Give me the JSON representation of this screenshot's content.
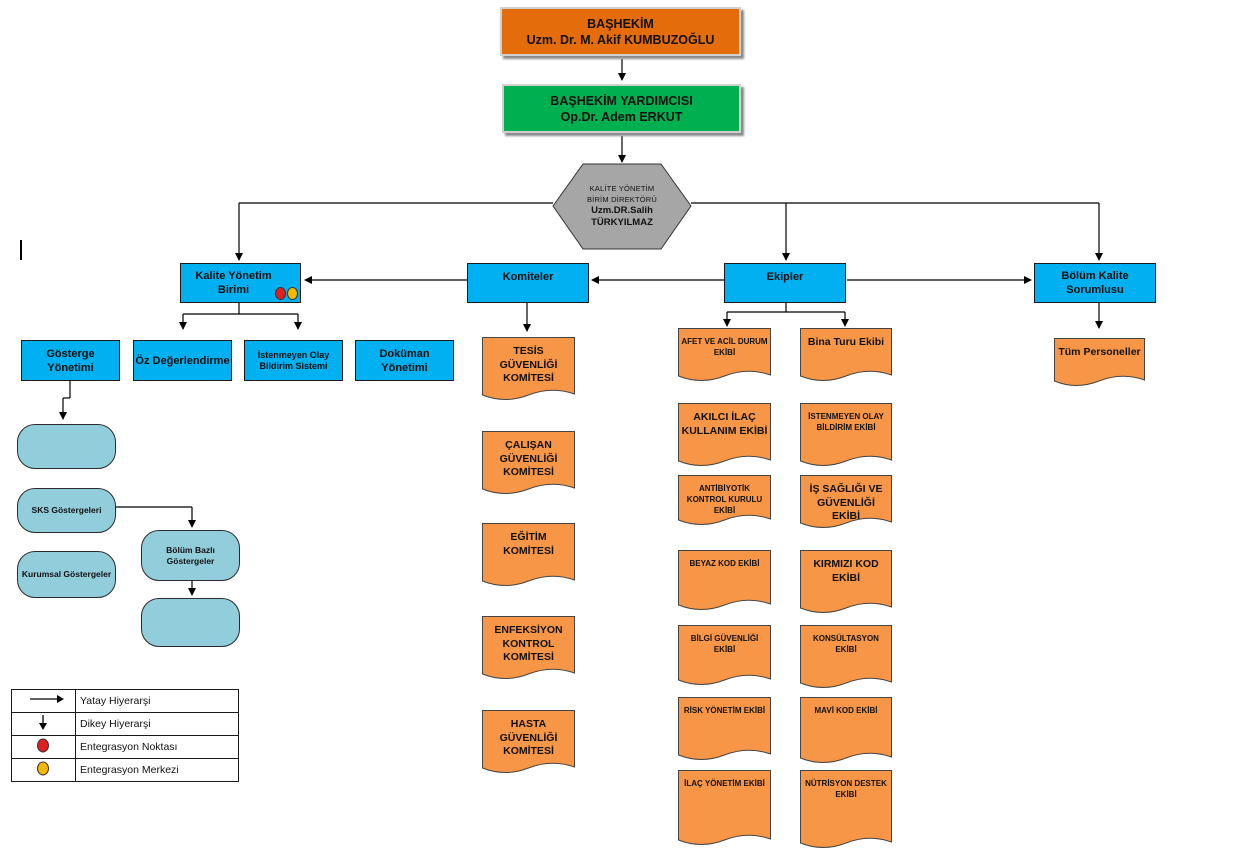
{
  "top": {
    "head": {
      "title": "BAŞHEKİM",
      "name": "Uzm. Dr. M. Akif KUMBUZOĞLU"
    },
    "deputy": {
      "title": "BAŞHEKİM YARDIMCISI",
      "name": "Op.Dr. Adem ERKUT"
    },
    "director": {
      "line1": "KALİTE YÖNETİM",
      "line2": "BİRİM DİREKTÖRÜ",
      "line3": "Uzm.DR.Salih",
      "line4": "TÜRKYILMAZ"
    }
  },
  "units": {
    "kalite": "Kalite Yönetim Birimi",
    "komiteler": "Komiteler",
    "ekipler": "Ekipler",
    "bolum": "Bölüm Kalite Sorumlusu"
  },
  "kalite_children": {
    "gosterge": "Gösterge Yönetimi",
    "oz": "Öz Değerlendirme",
    "istenmeyen": "İstenmeyen Olay Bildirim Sistemi",
    "dokuman": "Doküman Yönetimi"
  },
  "indicators": {
    "top_blank": "",
    "sks": "SKS Göstergeleri",
    "kurumsal": "Kurumsal Göstergeler",
    "bolum_bazli": "Bölüm Bazlı Göstergeler",
    "bottom_blank": ""
  },
  "committees": [
    "TESİS GÜVENLİĞİ KOMİTESİ",
    "ÇALIŞAN GÜVENLİĞİ KOMİTESİ",
    "EĞİTİM KOMİTESİ",
    "ENFEKSİYON KONTROL KOMİTESİ",
    "HASTA GÜVENLİĞİ KOMİTESİ"
  ],
  "teams_left": [
    "AFET VE ACİL DURUM EKİBİ",
    "AKILCI İLAÇ KULLANIM EKİBİ",
    "ANTİBİYOTİK KONTROL KURULU EKİBİ",
    "BEYAZ KOD EKİBİ",
    "BİLGİ GÜVENLİĞİ EKİBİ",
    "RİSK YÖNETİM EKİBİ",
    "İLAÇ YÖNETİM EKİBİ"
  ],
  "teams_right": [
    "Bina Turu Ekibi",
    "İSTENMEYEN OLAY BİLDİRİM EKİBİ",
    "İŞ SAĞLIĞI VE GÜVENLİĞİ EKİBİ",
    "KIRMIZI KOD EKİBİ",
    "KONSÜLTASYON EKİBİ",
    "MAVİ KOD EKİBİ",
    "NÜTRİSYON DESTEK EKİBİ"
  ],
  "personnel": "Tüm Personeller",
  "legend": {
    "horizontal": "Yatay Hiyerarşi",
    "vertical": "Dikey Hiyerarşi",
    "integration_point": "Entegrasyon Noktası",
    "integration_center": "Entegrasyon Merkezi"
  },
  "colors": {
    "head": "#e46c0a",
    "deputy": "#00b050",
    "director": "#a6a6a6",
    "unit": "#00b0f0",
    "document": "#f79646",
    "indicator": "#92cddc",
    "integration_point": "#e02020",
    "integration_center": "#f5b800"
  }
}
